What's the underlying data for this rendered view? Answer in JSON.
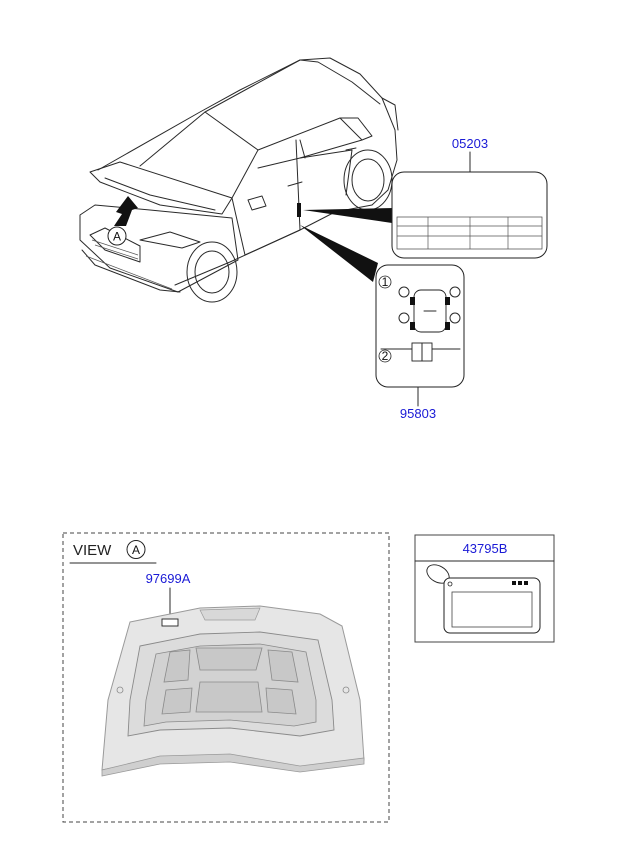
{
  "callouts": {
    "top_label": "05203",
    "door_label": "95803",
    "hood_label": "97699A",
    "tag_label": "43795B"
  },
  "markers": {
    "view_marker": "A",
    "item_one": "1",
    "item_two": "2"
  },
  "view_title": {
    "text": "VIEW",
    "marker": "A"
  },
  "colors": {
    "callout_text": "#1a1ad6",
    "line": "#2a2a2a",
    "hood_fill": "#e6e6e6"
  }
}
